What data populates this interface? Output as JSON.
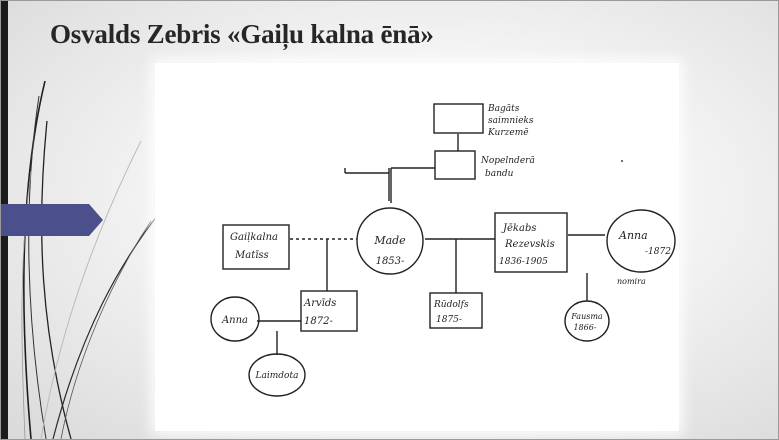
{
  "slide": {
    "title": "Osvalds Zebris «Gaiļu kalna ēnā»"
  },
  "family_tree": {
    "nodes": {
      "ancestor_top": {
        "text": "Bagāts\nsaimnieks\nKurzemē"
      },
      "parent_father": {
        "text": "Nopelnderā\nbandu"
      },
      "made": {
        "name": "Made",
        "years": "1853-"
      },
      "gailkalna_matiss": {
        "text": "Gaiļkalna\nMatīss"
      },
      "jekabs_rezevskis": {
        "name": "Jēkabs\nRezevskis",
        "years": "1836-1905"
      },
      "anna_wife": {
        "name": "Anna",
        "years": "-1872"
      },
      "anna_wife_note": "nomira",
      "arvids": {
        "name": "Arvīds",
        "years": "1872-"
      },
      "rudolfs": {
        "name": "Rūdolfs",
        "years": "1875-"
      },
      "fausma": {
        "name": "Fausma",
        "years": "1866-"
      },
      "anna_child": {
        "name": "Anna"
      },
      "laimdota": {
        "name": "Laimdota"
      }
    }
  },
  "colors": {
    "accent_arrow": "#4b4f8c",
    "left_bar": "#1b1b1b",
    "title_text": "#262626",
    "ink": "#222222"
  }
}
